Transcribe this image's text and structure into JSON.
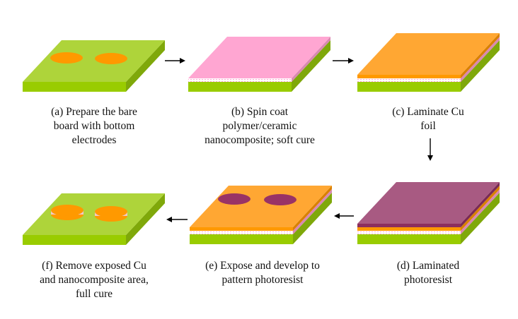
{
  "title": "Process flow for embedded capacitor fabrication",
  "colors": {
    "board_top": "#aed43a",
    "board_front": "#99cc00",
    "board_side": "#7fa80a",
    "electrode": "#ff9900",
    "nanocomposite_top": "#ffa6d2",
    "nanocomposite_front": "#ffe0f0",
    "nanocomposite_side": "#d989b0",
    "copper_top": "#ffa733",
    "copper_front": "#ff9900",
    "copper_side": "#d98000",
    "photoresist_top": "#a85a82",
    "photoresist_front": "#8c2f5e",
    "photoresist_side": "#7a2a55",
    "pattern": "#993366",
    "disc_middle": "#f0c8c8",
    "arrow": "#000000"
  },
  "steps": [
    {
      "id": "a",
      "label": "(a) Prepare the bare\nboard with bottom\nelectrodes",
      "layers": [
        "board"
      ],
      "features": "electrodes"
    },
    {
      "id": "b",
      "label": "(b) Spin coat\npolymer/ceramic\nnanocomposite; soft cure",
      "layers": [
        "board",
        "nanocomposite"
      ],
      "features": "none"
    },
    {
      "id": "c",
      "label": "(c) Laminate Cu\nfoil",
      "layers": [
        "board",
        "nanocomposite",
        "copper"
      ],
      "features": "none"
    },
    {
      "id": "d",
      "label": "(d) Laminated\nphotoresist",
      "layers": [
        "board",
        "nanocomposite",
        "copper",
        "photoresist"
      ],
      "features": "none"
    },
    {
      "id": "e",
      "label": "(e) Expose and develop to\npattern photoresist",
      "layers": [
        "board",
        "nanocomposite",
        "copper"
      ],
      "features": "resist-pattern"
    },
    {
      "id": "f",
      "label": "(f) Remove exposed Cu\nand nanocomposite area,\nfull cure",
      "layers": [
        "board"
      ],
      "features": "capacitor-discs"
    }
  ],
  "arrows": [
    {
      "from": "a",
      "to": "b",
      "direction": "right"
    },
    {
      "from": "b",
      "to": "c",
      "direction": "right"
    },
    {
      "from": "c",
      "to": "d",
      "direction": "down"
    },
    {
      "from": "d",
      "to": "e",
      "direction": "left"
    },
    {
      "from": "e",
      "to": "f",
      "direction": "left"
    }
  ]
}
